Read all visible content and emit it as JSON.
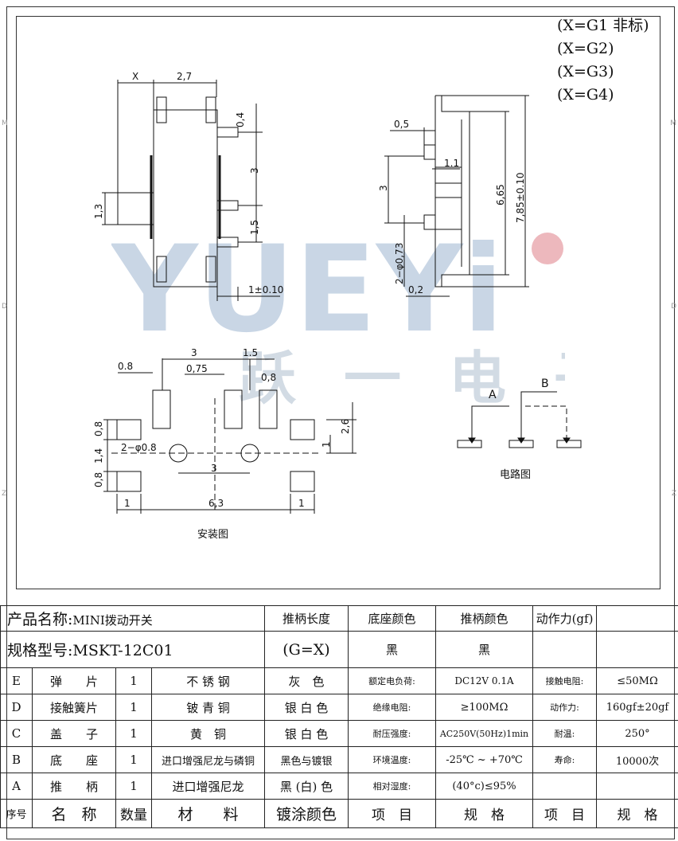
{
  "variants": [
    "(X=G1 非标)",
    "(X=G2)",
    "(X=G3)",
    "(X=G4)"
  ],
  "dims": {
    "x": "X",
    "d27": "2,7",
    "d04": "0,4",
    "d3": "3",
    "d13": "1,3",
    "d15": "1,5",
    "d1t": "1±0.10",
    "d05": "0,5",
    "d11": "1.1",
    "d665": "6,65",
    "d785": "7,85±0.10",
    "phi073": "2−φ0,73",
    "d02": "0,2",
    "p08a": "0.8",
    "p3": "3",
    "p15": "1.5",
    "p075": "0,75",
    "p08b": "0,8",
    "p26": "2,6",
    "p1": "1",
    "q08": "0,8",
    "q14": "1,4",
    "phi08": "2−φ0.8",
    "q3": "3",
    "q08b": "0,8",
    "q1a": "1",
    "q63": "6,3",
    "q1b": "1"
  },
  "captions": {
    "install": "安装图",
    "circuit": "电路图",
    "a": "A",
    "b": "B"
  },
  "watermark": {
    "brand": "YUEYi",
    "cn": "跃一电子"
  },
  "info": {
    "name_label": "产品名称:",
    "name_value": "MINI拨动开关",
    "model_label": "规格型号:",
    "model_value": "MSKT-12C01",
    "h_len": "推柄长度",
    "h_base": "底座颜色",
    "h_lever": "推柄颜色",
    "h_force": "动作力(gf)",
    "v_len": "(G=X)",
    "v_base": "黑",
    "v_lever": "黑"
  },
  "parts": [
    {
      "code": "E",
      "name": "弹　　片",
      "qty": "1",
      "material": "不 锈 钢",
      "color": "灰　色",
      "item": "额定电负荷:",
      "spec": "DC12V 0.1A",
      "item2": "接触电阻:",
      "spec2": "≤50MΩ"
    },
    {
      "code": "D",
      "name": "接触簧片",
      "qty": "1",
      "material": "铍 青 铜",
      "color": "银 白 色",
      "item": "绝缘电阻:",
      "spec": "≥100MΩ",
      "item2": "动作力:",
      "spec2": "160gf±20gf"
    },
    {
      "code": "C",
      "name": "盖　　子",
      "qty": "1",
      "material": "黄　铜",
      "color": "银 白 色",
      "item": "耐压强度:",
      "spec": "AC250V(50Hz)1min",
      "item2": "耐温:",
      "spec2": "250°"
    },
    {
      "code": "B",
      "name": "底　　座",
      "qty": "1",
      "material": "进口增强尼龙与磷铜",
      "color": "黑色与镀银",
      "item": "环境温度:",
      "spec": "-25℃ ~ +70℃",
      "item2": "寿命:",
      "spec2": "10000次"
    },
    {
      "code": "A",
      "name": "推　　柄",
      "qty": "1",
      "material": "进口增强尼龙",
      "color": "黑 (白) 色",
      "item": "相对湿度:",
      "spec": "(40°c)≤95%",
      "item2": "",
      "spec2": ""
    }
  ],
  "footer": {
    "seq": "序号",
    "name": "名　称",
    "qty": "数量",
    "material": "材　　料",
    "color": "镀涂颜色",
    "item": "项　目",
    "spec": "规　格",
    "item2": "项　目",
    "spec2": "规　格"
  },
  "margin_marks": [
    "M",
    "D",
    "Z"
  ]
}
